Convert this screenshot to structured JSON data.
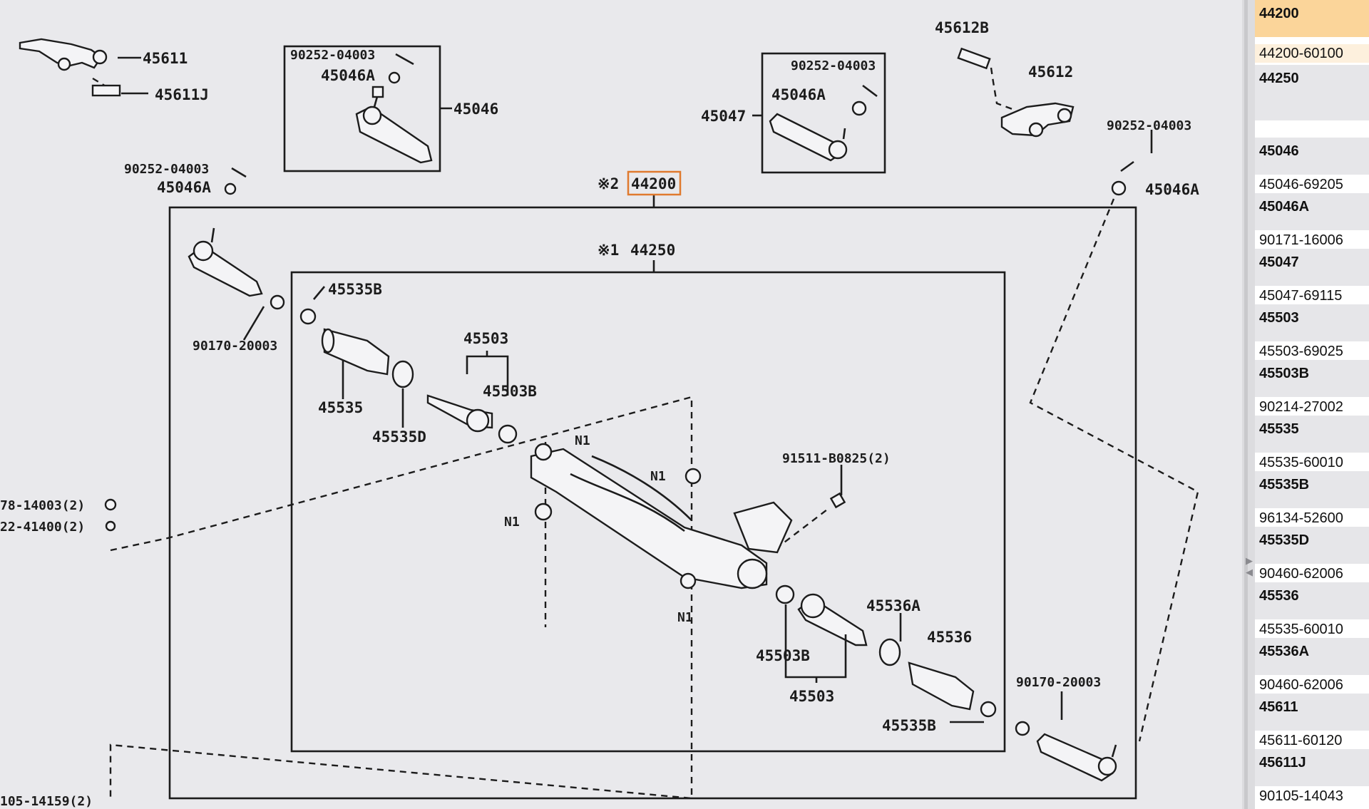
{
  "diagram": {
    "labels": {
      "l45611": "45611",
      "l45611J": "45611J",
      "l90252_a": "90252-04003",
      "l45046A_a": "45046A",
      "l45046": "45046",
      "l90252_b": "90252-04003",
      "l45046A_b": "45046A",
      "l90252_c": "90252-04003",
      "l45046A_c": "45046A",
      "l45047": "45047",
      "l45612B": "45612B",
      "l45612": "45612",
      "l90252_d": "90252-04003",
      "l45046A_d": "45046A",
      "mark2": "※2",
      "l44200": "44200",
      "mark1": "※1",
      "l44250": "44250",
      "l45535B_a": "45535B",
      "l90170_a": "90170-20003",
      "l45503_a": "45503",
      "l45503B_a": "45503B",
      "l45535": "45535",
      "l45535D": "45535D",
      "n1_a": "N1",
      "n1_b": "N1",
      "n1_c": "N1",
      "n1_d": "N1",
      "l91511": "91511-B0825(2)",
      "l78": "78-14003(2)",
      "l22": "22-41400(2)",
      "l45536A": "45536A",
      "l45536": "45536",
      "l45503B_b": "45503B",
      "l45503_b": "45503",
      "l90170_b": "90170-20003",
      "l45535B_b": "45535B",
      "l105": "105-14159(2)"
    }
  },
  "panel": {
    "g0": {
      "title": "44200",
      "num": "44200-60100"
    },
    "g1": {
      "title": "44250"
    },
    "g2": {
      "title": "45046",
      "num": "45046-69205"
    },
    "g3": {
      "title": "45046A",
      "num": "90171-16006"
    },
    "g4": {
      "title": "45047",
      "num": "45047-69115"
    },
    "g5": {
      "title": "45503",
      "num": "45503-69025"
    },
    "g6": {
      "title": "45503B",
      "num": "90214-27002"
    },
    "g7": {
      "title": "45535",
      "num": "45535-60010"
    },
    "g8": {
      "title": "45535B",
      "num": "96134-52600"
    },
    "g9": {
      "title": "45535D",
      "num": "90460-62006"
    },
    "g10": {
      "title": "45536",
      "num": "45535-60010"
    },
    "g11": {
      "title": "45536A",
      "num": "90460-62006"
    },
    "g12": {
      "title": "45611",
      "num": "45611-60120"
    },
    "g13": {
      "title": "45611J",
      "num": "90105-14043"
    }
  },
  "colors": {
    "highlight_border": "#e07a2e",
    "selected_group": "#fbd59a",
    "selected_number": "#fdf0dd"
  }
}
